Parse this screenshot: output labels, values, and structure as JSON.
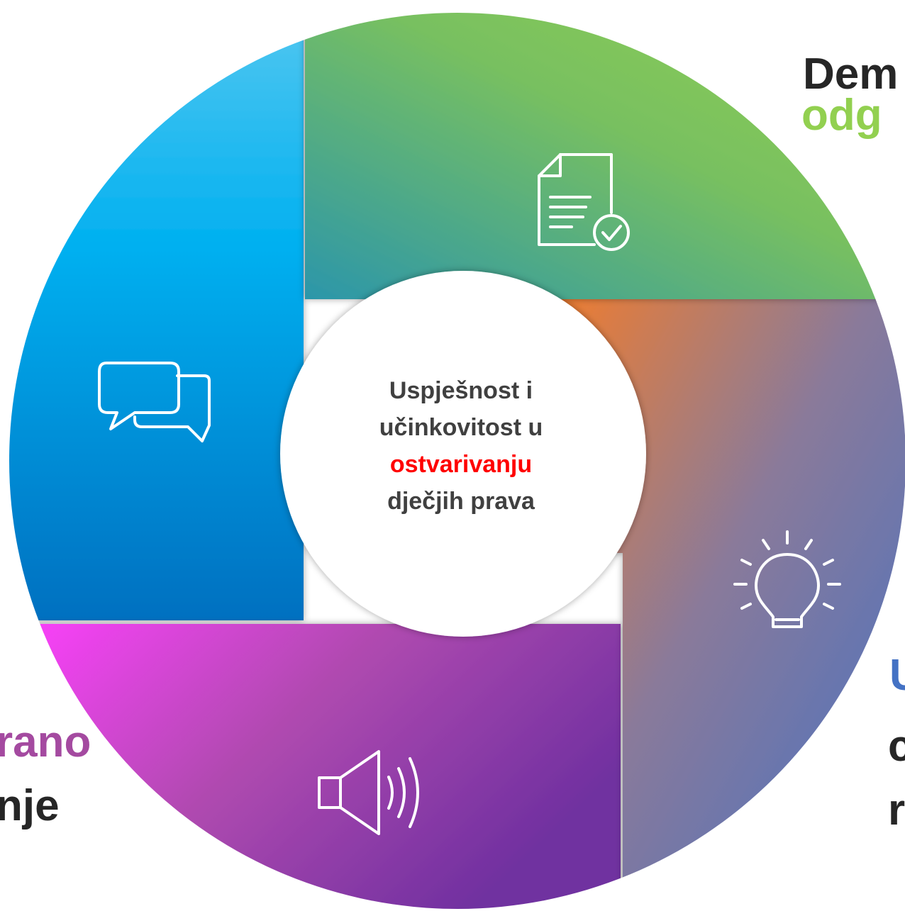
{
  "center": {
    "line1": "Uspješnost i",
    "line2": "učinkovitost u",
    "line3_highlight": "ostvarivanju",
    "line4": "dječjih prava"
  },
  "outer_text": {
    "top_right": [
      "Dem",
      "odg"
    ],
    "bottom_right": [
      "U",
      "c",
      "r"
    ],
    "bottom_left": [
      "rano",
      "nje"
    ]
  },
  "segments": [
    {
      "id": "top-right",
      "icon": "document-check-icon",
      "gradient": [
        "#2e9aa8",
        "#92d050"
      ]
    },
    {
      "id": "right",
      "icon": "lightbulb-icon",
      "gradient": [
        "#ed7d31",
        "#4472c4"
      ]
    },
    {
      "id": "bottom",
      "icon": "speaker-icon",
      "gradient": [
        "#ff40ff",
        "#7030a0"
      ]
    },
    {
      "id": "left",
      "icon": "chat-bubbles-icon",
      "gradient": [
        "#56c8f0",
        "#0070c0"
      ]
    }
  ],
  "colors": {
    "highlight": "#ff0000",
    "text_dark": "#404040"
  }
}
